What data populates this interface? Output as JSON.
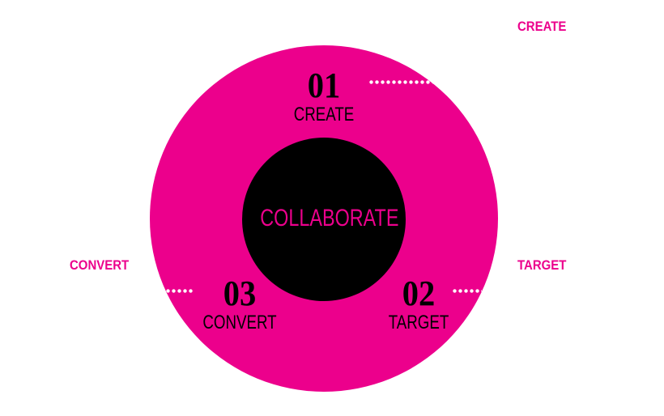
{
  "colors": {
    "accent": "#ec008c",
    "inner": "#000000",
    "background": "#ffffff"
  },
  "center": {
    "label": "COLLABORATE"
  },
  "steps": [
    {
      "number": "01",
      "label": "CREATE"
    },
    {
      "number": "02",
      "label": "TARGET"
    },
    {
      "number": "03",
      "label": "CONVERT"
    }
  ],
  "side_labels": {
    "create": "CREATE",
    "target": "TARGET",
    "convert": "CONVERT"
  }
}
